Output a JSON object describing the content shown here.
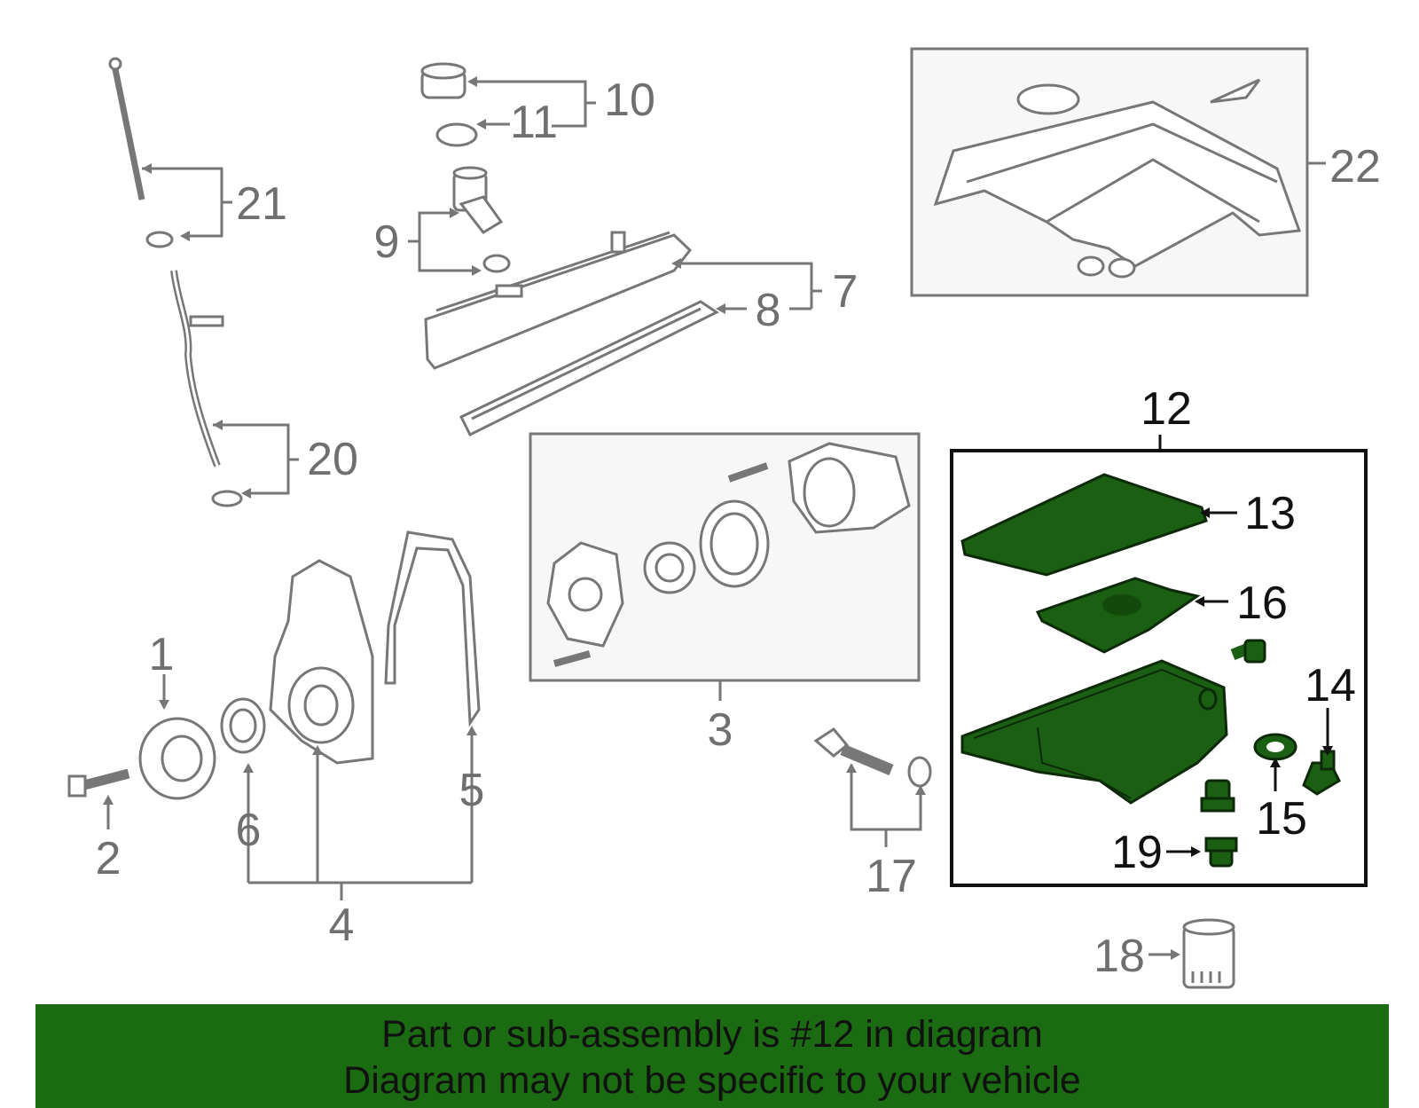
{
  "labels": {
    "p1": "1",
    "p2": "2",
    "p3": "3",
    "p4": "4",
    "p5": "5",
    "p6": "6",
    "p7": "7",
    "p8": "8",
    "p9": "9",
    "p10": "10",
    "p11": "11",
    "p12": "12",
    "p13": "13",
    "p14": "14",
    "p15": "15",
    "p16": "16",
    "p17": "17",
    "p18": "18",
    "p19": "19",
    "p20": "20",
    "p21": "21",
    "p22": "22"
  },
  "banner": {
    "line1": "Part or sub-assembly is #12 in diagram",
    "line2": "Diagram may not be specific to your vehicle"
  },
  "colors": {
    "highlight_part": "#1a5f12",
    "banner_bg": "#1b6b12",
    "outline": "#777777"
  }
}
